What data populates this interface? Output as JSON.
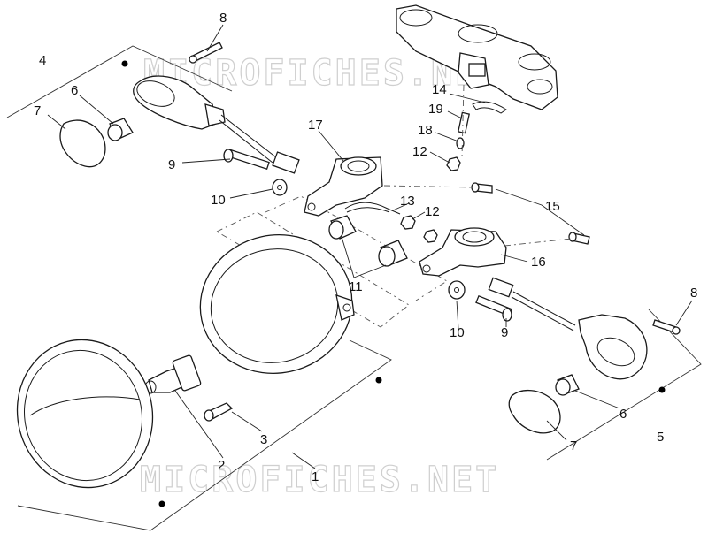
{
  "watermark": {
    "top": "MICROFICHES.NET",
    "bottom": "MICROFICHES.NET"
  },
  "callouts": {
    "c1": "1",
    "c2": "2",
    "c3": "3",
    "c4": "4",
    "c5": "5",
    "c6a": "6",
    "c6b": "6",
    "c7a": "7",
    "c7b": "7",
    "c8a": "8",
    "c8b": "8",
    "c9a": "9",
    "c9b": "9",
    "c10a": "10",
    "c10b": "10",
    "c11": "11",
    "c12a": "12",
    "c12b": "12",
    "c13": "13",
    "c14": "14",
    "c15": "15",
    "c16": "16",
    "c17": "17",
    "c18": "18",
    "c19": "19"
  }
}
